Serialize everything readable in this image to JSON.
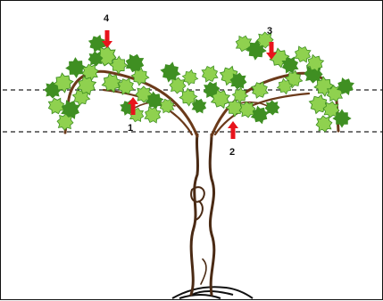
{
  "markers": [
    {
      "number": "1",
      "arrow_direction": "up"
    },
    {
      "number": "2",
      "arrow_direction": "up"
    },
    {
      "number": "3",
      "arrow_direction": "down"
    },
    {
      "number": "4",
      "arrow_direction": "down"
    }
  ],
  "guide_lines": {
    "style": "dashed",
    "count": 2
  },
  "colors": {
    "trunk_stroke": "#4a2a14",
    "trunk_fill": "#ffffff",
    "cane": "#6b3a1a",
    "leaf_light": "#8fd14f",
    "leaf_dark": "#3f8f22",
    "arrow": "#e8141c",
    "guide_line": "#222222"
  }
}
